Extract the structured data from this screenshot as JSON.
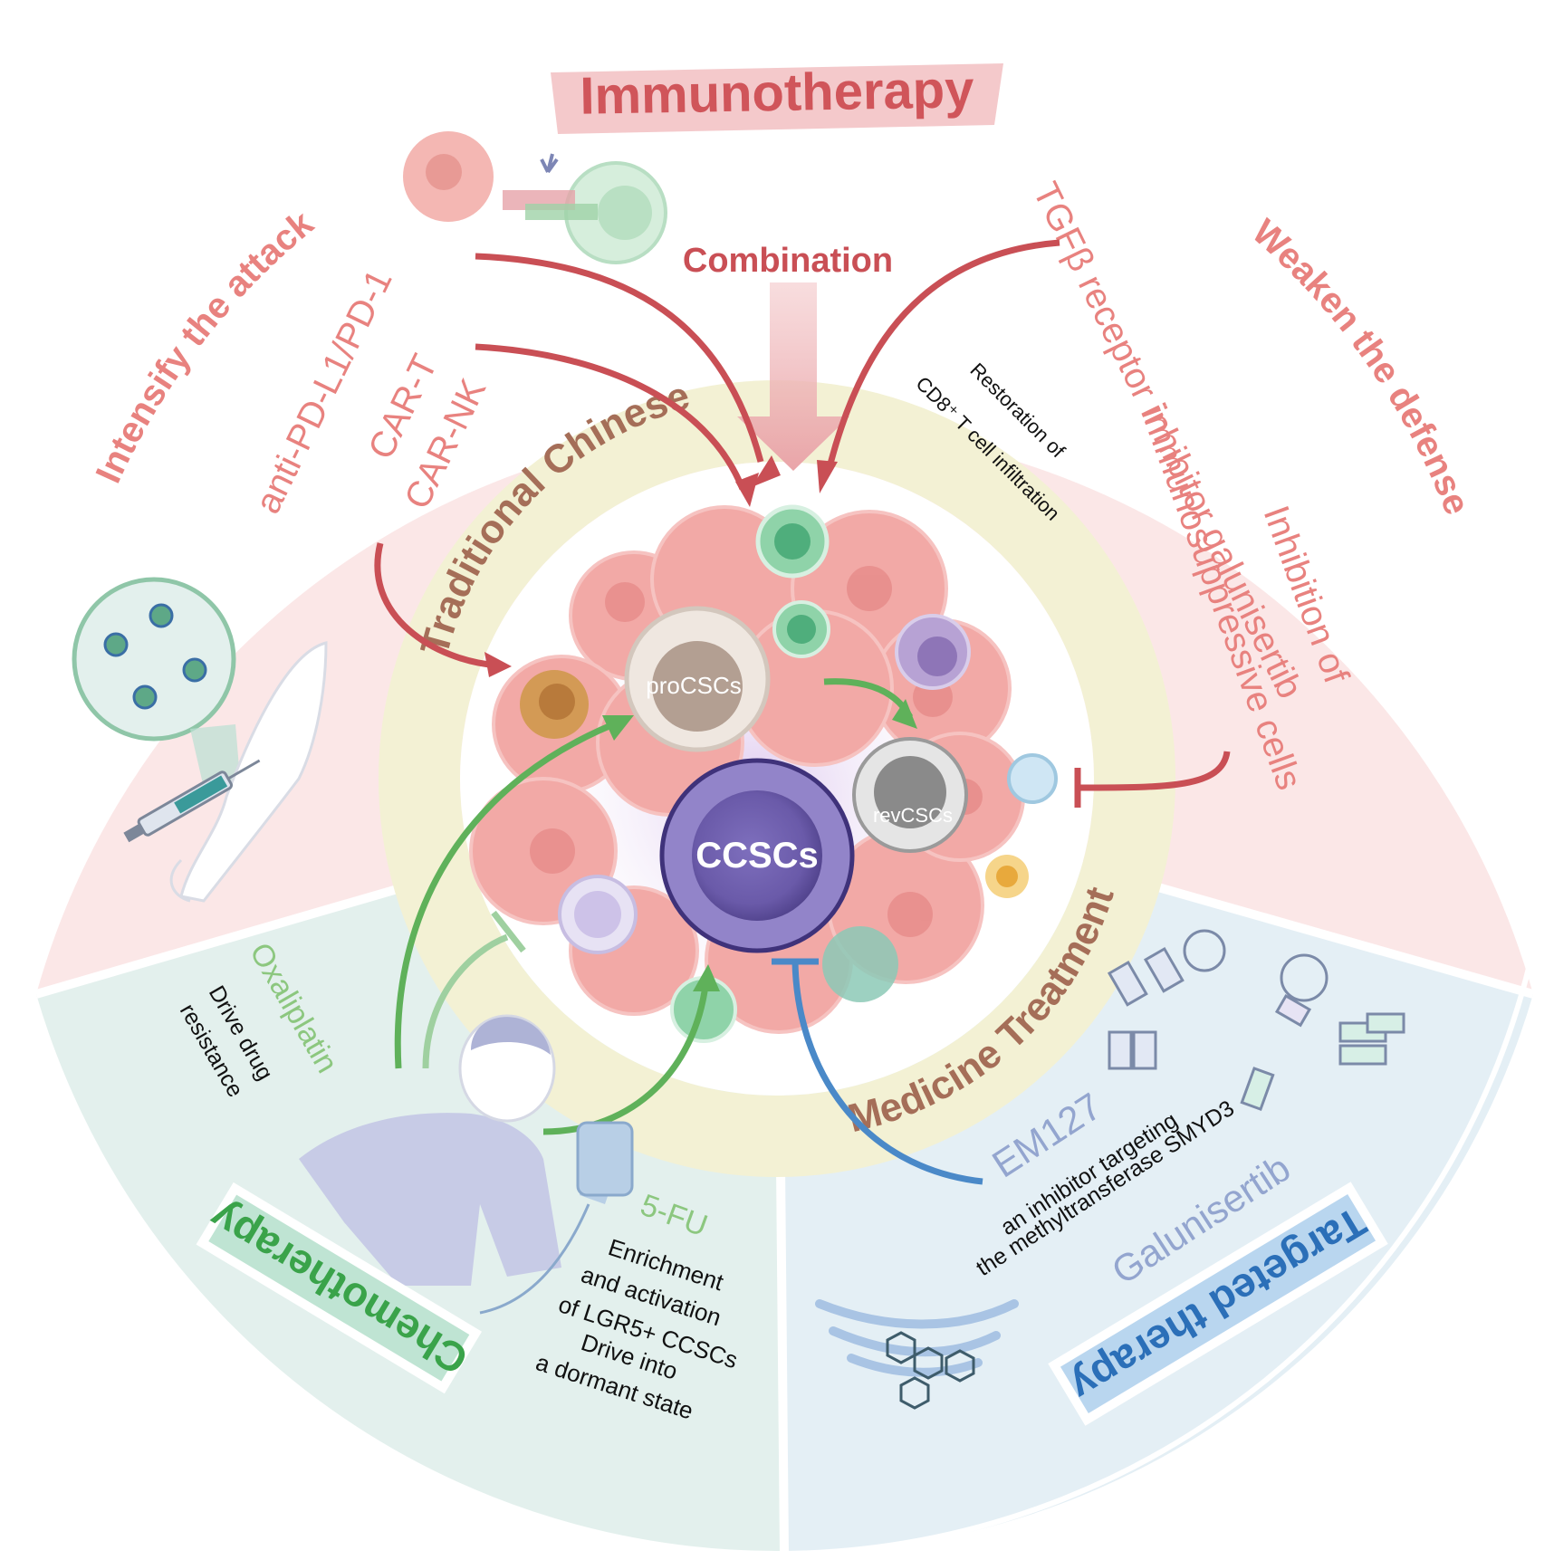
{
  "sections": {
    "immunotherapy": {
      "title": "Immunotherapy",
      "intensify": "Intensify the attack",
      "weaken": "Weaken the defense",
      "combination": "Combination",
      "anti_pd": "anti-PD-L1/PD-1",
      "car_t": "CAR-T",
      "car_nk": "CAR-NK",
      "tgfb": "TGFβ receptor inhibitor galunisertib",
      "inhibition_line1": "Inhibition of",
      "inhibition_line2": "immunosuppressive cells",
      "restoration_line1": "Restoration of",
      "restoration_line2": "CD8⁺ T cell infiltration"
    },
    "chemotherapy": {
      "title": "Chemotherapy",
      "oxaliplatin": "Oxaliplatin",
      "drive1": "Drive drug",
      "drive2": "resistance",
      "fu": "5-FU",
      "enrich": [
        "Enrichment",
        "and activation",
        "of LGR5+ CCSCs",
        "Drive into",
        "a dormant state"
      ]
    },
    "targeted": {
      "title": "Targeted therapy",
      "em127": "EM127",
      "em127_desc1": "an inhibitor targeting",
      "em127_desc2": "the methyltransferase SMYD3",
      "galunisertib": "Galunisertib"
    },
    "tcm": {
      "top": "Traditional Chinese",
      "bottom": "Medicine Treatment"
    }
  },
  "cells": {
    "ccscs": "CCSCs",
    "procscs": "proCSCs",
    "revcscs": "revCSCs"
  },
  "colors": {
    "pink_bg": "#fbe7e7",
    "pink_text": "#e8827f",
    "red_title": "#d0555a",
    "red_arrow": "#c94f55",
    "teal_bg": "#e4f1ee",
    "blue_bg": "#e4eff5",
    "green_text": "#8cc77f",
    "green_title": "#3aa34a",
    "blue_text": "#93a5cf",
    "blue_title": "#2b6fb8",
    "tcm_ring": "#f3f1d5",
    "tcm_text": "#a56e58"
  }
}
